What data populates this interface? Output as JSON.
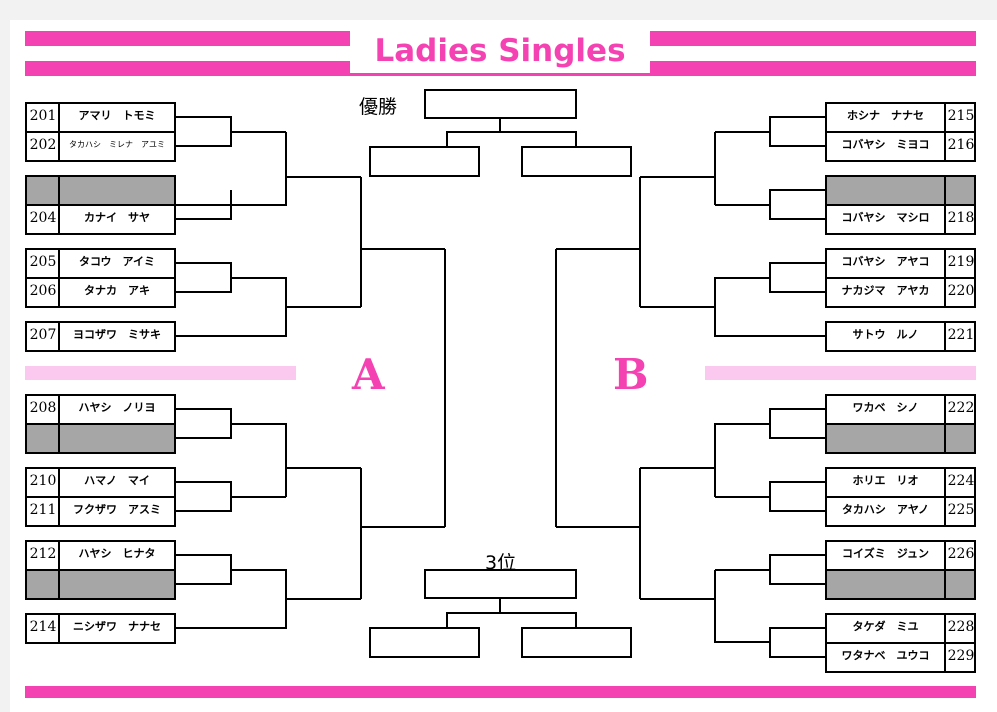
{
  "title": "Ladies Singles",
  "labels": {
    "champion": "優勝",
    "third_place": "3位",
    "block_a": "A",
    "block_b": "B"
  },
  "colors": {
    "accent": "#f542b3",
    "light_accent": "#fbc9ef",
    "empty_slot": "#a6a6a6"
  },
  "left_entries": [
    {
      "num": "201",
      "name": "アマリ　トモミ"
    },
    {
      "num": "202",
      "name": "タカハシ　ミレナ　アユミ"
    },
    {
      "num": "",
      "name": ""
    },
    {
      "num": "204",
      "name": "カナイ　サヤ"
    },
    {
      "num": "205",
      "name": "タコウ　アイミ"
    },
    {
      "num": "206",
      "name": "タナカ　アキ"
    },
    {
      "num": "207",
      "name": "ヨコザワ　ミサキ"
    },
    {
      "num": "208",
      "name": "ハヤシ　ノリヨ"
    },
    {
      "num": "",
      "name": ""
    },
    {
      "num": "210",
      "name": "ハマノ　マイ"
    },
    {
      "num": "211",
      "name": "フクザワ　アスミ"
    },
    {
      "num": "212",
      "name": "ハヤシ　ヒナタ"
    },
    {
      "num": "",
      "name": ""
    },
    {
      "num": "214",
      "name": "ニシザワ　ナナセ"
    }
  ],
  "right_entries": [
    {
      "num": "215",
      "name": "ホシナ　ナナセ"
    },
    {
      "num": "216",
      "name": "コバヤシ　ミヨコ"
    },
    {
      "num": "",
      "name": ""
    },
    {
      "num": "218",
      "name": "コバヤシ　マシロ"
    },
    {
      "num": "219",
      "name": "コバヤシ　アヤコ"
    },
    {
      "num": "220",
      "name": "ナカジマ　アヤカ"
    },
    {
      "num": "221",
      "name": "サトウ　ルノ"
    },
    {
      "num": "222",
      "name": "ワカベ　シノ"
    },
    {
      "num": "",
      "name": ""
    },
    {
      "num": "224",
      "name": "ホリエ　リオ"
    },
    {
      "num": "225",
      "name": "タカハシ　アヤノ"
    },
    {
      "num": "226",
      "name": "コイズミ　ジュン"
    },
    {
      "num": "",
      "name": ""
    },
    {
      "num": "228",
      "name": "タケダ　ミユ"
    },
    {
      "num": "229",
      "name": "ワタナベ　ユウコ"
    }
  ]
}
